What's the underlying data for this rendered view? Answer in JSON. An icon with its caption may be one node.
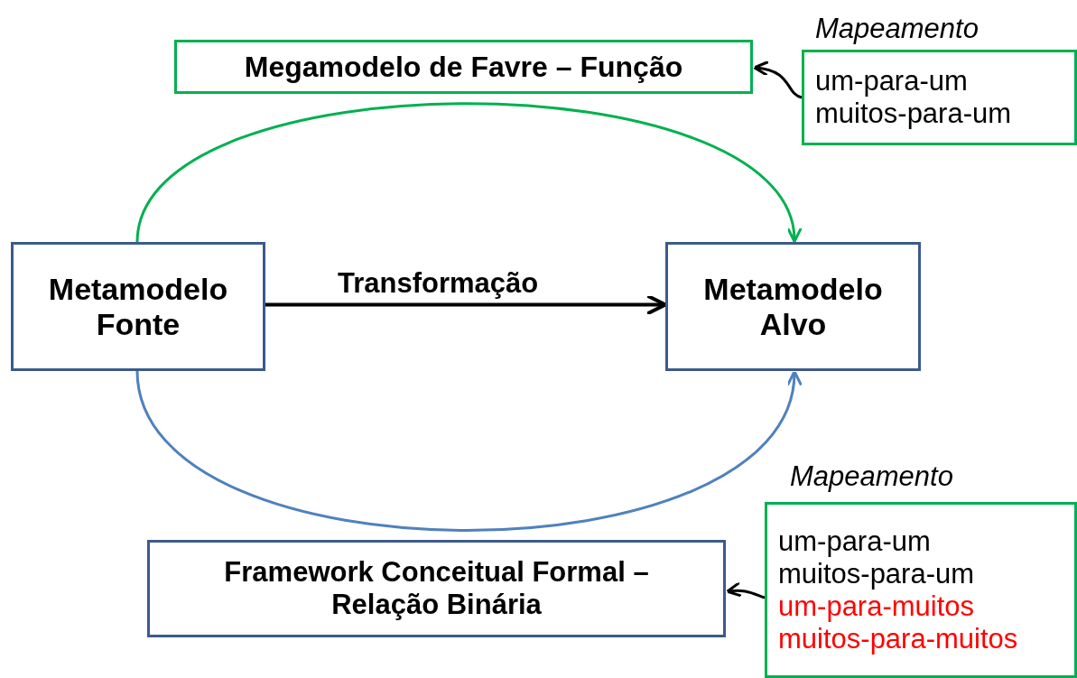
{
  "diagram": {
    "nodes": [
      {
        "text": [
          "Megamodelo  de Favre – Função"
        ]
      },
      {
        "text": [
          "Mapeamento",
          "um-para-um",
          "muitos-para-um"
        ]
      },
      {
        "text": [
          "Metamodelo Fonte"
        ]
      },
      {
        "text": [
          "Metamodelo Alvo"
        ]
      },
      {
        "text": [
          "Framework Conceitual Formal – Relação Binária"
        ]
      },
      {
        "text": [
          "Mapeamento",
          "um-para-um",
          "muitos-para-um",
          "um-para-muitos",
          "muitos-para-muitos"
        ]
      }
    ],
    "edges": [
      {
        "from": 2,
        "to": 3,
        "arrow": "to",
        "label": "Transformação"
      },
      {
        "from": 2,
        "to": 3,
        "arrow": "to",
        "color": "#00b050"
      },
      {
        "from": 2,
        "to": 3,
        "arrow": "to",
        "color": "#4f81bd"
      },
      {
        "from": 1,
        "to": 0,
        "arrow": "to"
      },
      {
        "from": 5,
        "to": 4,
        "arrow": "to"
      }
    ]
  }
}
